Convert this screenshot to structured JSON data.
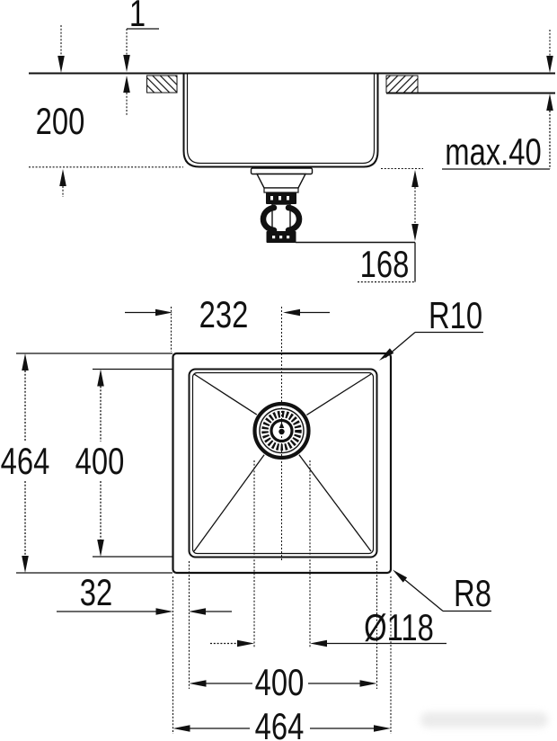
{
  "page": {
    "background": "#ffffff",
    "line_color": "#111111"
  },
  "dims": {
    "rim_reveal": "1",
    "bowl_depth": "200",
    "countertop_max": "max.40",
    "drain_height": "168",
    "center_offset": "232",
    "radius_inner": "R10",
    "outer_depth": "464",
    "inner_depth": "400",
    "edge_inset": "32",
    "radius_outer": "R8",
    "drain_diameter": "Ø118",
    "inner_width": "400",
    "outer_width": "464"
  }
}
